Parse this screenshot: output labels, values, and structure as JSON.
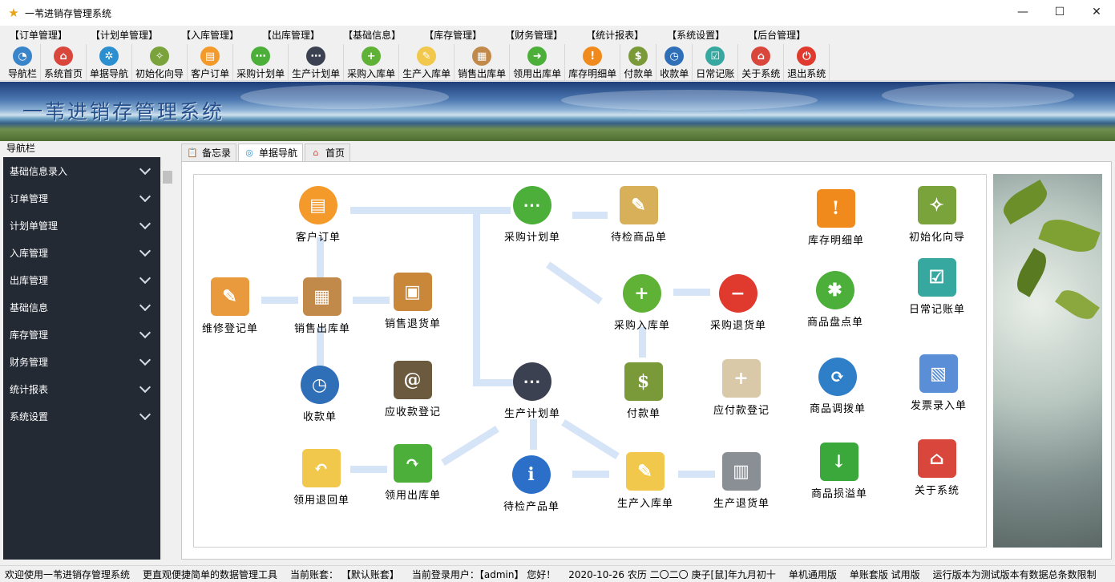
{
  "window": {
    "title": "一苇进销存管理系统",
    "minimize": "—",
    "maximize": "☐",
    "close": "✕"
  },
  "menu": [
    "【订单管理】",
    "【计划单管理】",
    "【入库管理】",
    "【出库管理】",
    "【基础信息】",
    "【库存管理】",
    "【财务管理】",
    "【统计报表】",
    "【系统设置】",
    "【后台管理】"
  ],
  "toolbar": [
    {
      "label": "导航栏",
      "icon": "pie-chart-icon",
      "color": "#3a84c9",
      "glyph": "◔"
    },
    {
      "label": "系统首页",
      "icon": "home-icon",
      "color": "#d9463b",
      "glyph": "⌂"
    },
    {
      "label": "单据导航",
      "icon": "compass-icon",
      "color": "#2b8fd0",
      "glyph": "✲"
    },
    {
      "label": "初始化向导",
      "icon": "wand-icon",
      "color": "#7aa33b",
      "glyph": "✧"
    },
    {
      "label": "客户订单",
      "icon": "clipboard-icon",
      "color": "#f39a2b",
      "glyph": "▤"
    },
    {
      "label": "采购计划单",
      "icon": "chat-green-icon",
      "color": "#4caf3a",
      "glyph": "⋯"
    },
    {
      "label": "生产计划单",
      "icon": "chat-dark-icon",
      "color": "#3b4150",
      "glyph": "⋯"
    },
    {
      "label": "采购入库单",
      "icon": "plus-circle-icon",
      "color": "#5fb236",
      "glyph": "+"
    },
    {
      "label": "生产入库单",
      "icon": "notepad-pencil-icon",
      "color": "#f1c84b",
      "glyph": "✎"
    },
    {
      "label": "销售出库单",
      "icon": "box-icon",
      "color": "#c28a4a",
      "glyph": "▦"
    },
    {
      "label": "领用出库单",
      "icon": "arrow-right-icon",
      "color": "#4caf3a",
      "glyph": "➜"
    },
    {
      "label": "库存明细单",
      "icon": "warning-icon",
      "color": "#f08a1c",
      "glyph": "!"
    },
    {
      "label": "付款单",
      "icon": "money-chart-icon",
      "color": "#7a9a3a",
      "glyph": "$"
    },
    {
      "label": "收款单",
      "icon": "clock-coins-icon",
      "color": "#2f6fb8",
      "glyph": "◷"
    },
    {
      "label": "日常记账",
      "icon": "checklist-icon",
      "color": "#36a8a0",
      "glyph": "☑"
    },
    {
      "label": "关于系统",
      "icon": "house-icon",
      "color": "#d9463b",
      "glyph": "⌂"
    },
    {
      "label": "退出系统",
      "icon": "power-icon",
      "color": "#e0392e",
      "glyph": "⏻"
    }
  ],
  "banner": {
    "title": "一苇进销存管理系统"
  },
  "sidebar": {
    "header": "导航栏",
    "items": [
      "基础信息录入",
      "订单管理",
      "计划单管理",
      "入库管理",
      "出库管理",
      "基础信息",
      "库存管理",
      "财务管理",
      "统计报表",
      "系统设置"
    ]
  },
  "tabs": [
    {
      "label": "备忘录",
      "icon": "memo-icon"
    },
    {
      "label": "单据导航",
      "icon": "compass-icon"
    },
    {
      "label": "首页",
      "icon": "home-icon"
    }
  ],
  "nodes": {
    "customer_order": "客户订单",
    "purchase_plan": "采购计划单",
    "pending_goods": "待检商品单",
    "inventory_detail": "库存明细单",
    "init_wizard": "初始化向导",
    "repair": "维修登记单",
    "sales_out": "销售出库单",
    "sales_return": "销售退货单",
    "purchase_in": "采购入库单",
    "purchase_return": "采购退货单",
    "stocktake": "商品盘点单",
    "daily_account": "日常记账单",
    "receipt": "收款单",
    "receivable": "应收款登记",
    "production_plan": "生产计划单",
    "payment": "付款单",
    "payable": "应付款登记",
    "transfer": "商品调拨单",
    "invoice": "发票录入单",
    "use_return": "领用退回单",
    "use_out": "领用出库单",
    "pending_product": "待检产品单",
    "production_in": "生产入库单",
    "production_return": "生产退货单",
    "loss_overflow": "商品损溢单",
    "about": "关于系统"
  },
  "status": [
    "欢迎使用一苇进销存管理系统",
    "更直观便捷简单的数据管理工具",
    "当前账套： 【默认账套】",
    "当前登录用户：【admin】 您好！",
    "2020-10-26  农历 二〇二〇 庚子[鼠]年九月初十",
    "单机通用版",
    "单账套版 试用版",
    "运行版本为测试版本有数据总条数限制"
  ]
}
